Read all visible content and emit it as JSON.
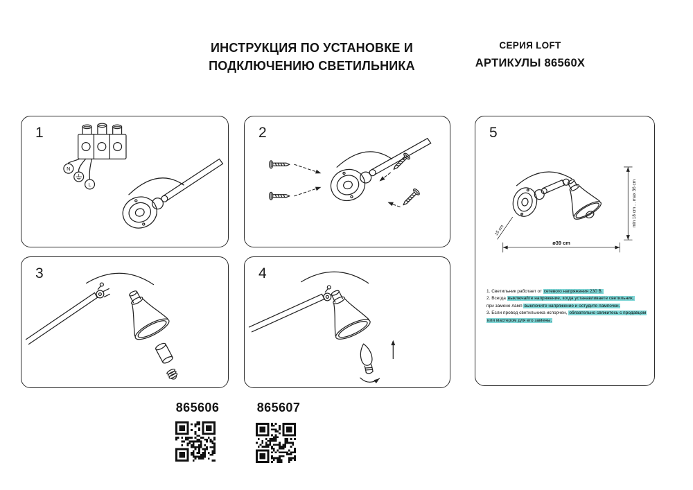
{
  "header": {
    "title_line1": "ИНСТРУКЦИЯ ПО УСТАНОВКЕ И",
    "title_line2": "ПОДКЛЮЧЕНИЮ СВЕТИЛЬНИКА",
    "series": "СЕРИЯ LOFT",
    "articles": "АРТИКУЛЫ 86560X"
  },
  "steps": {
    "step1": {
      "number": "1",
      "wire_labels": {
        "n": "N",
        "l": "L"
      }
    },
    "step2": {
      "number": "2"
    },
    "step3": {
      "number": "3"
    },
    "step4": {
      "number": "4"
    },
    "step5": {
      "number": "5",
      "dim_vertical": "min 18 cm ... max 36 cm",
      "dim_depth": "15 cm",
      "dim_diameter": "ø39 cm",
      "notes": [
        {
          "segs": [
            {
              "t": "1. Светильник работает от ",
              "h": false
            },
            {
              "t": "сетевого напряжения 230 В.",
              "h": true
            }
          ]
        },
        {
          "segs": [
            {
              "t": "2. Всегда ",
              "h": false
            },
            {
              "t": "выключайте напряжение, когда устанавливаете светильник,",
              "h": true
            }
          ]
        },
        {
          "segs": [
            {
              "t": "при замене ламп ",
              "h": false
            },
            {
              "t": "выключите напряжение и остудите лампочки.",
              "h": true
            }
          ]
        },
        {
          "segs": [
            {
              "t": "3. Если провод светильника испорчен, ",
              "h": false
            },
            {
              "t": "обязательно свяжитесь с продавцом",
              "h": true
            }
          ]
        },
        {
          "segs": [
            {
              "t": "или мастером для его замены.",
              "h": true
            }
          ]
        }
      ]
    }
  },
  "footer": {
    "articles": [
      {
        "code": "865606"
      },
      {
        "code": "865607"
      }
    ]
  },
  "colors": {
    "highlight": "#7fd6d6",
    "ink": "#222222"
  }
}
